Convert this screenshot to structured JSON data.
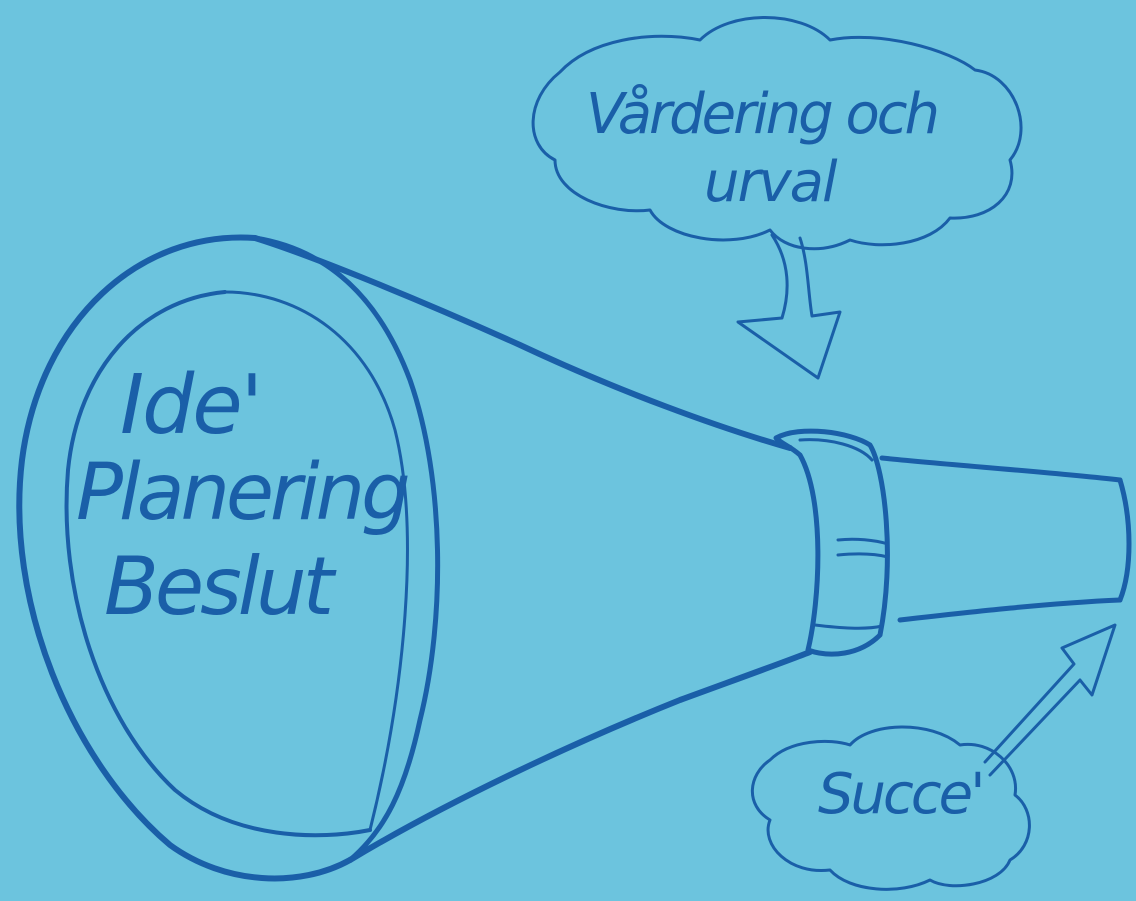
{
  "diagram": {
    "funnel_mouth_lines": [
      "Ide'",
      "Planering",
      "Beslut"
    ],
    "evaluation_cloud": {
      "line1": "Vårdering och",
      "line2": "urval"
    },
    "success_cloud": {
      "label": "Succe'"
    }
  },
  "colors": {
    "background": "#6cc4de",
    "ink": "#1a5fa8"
  }
}
